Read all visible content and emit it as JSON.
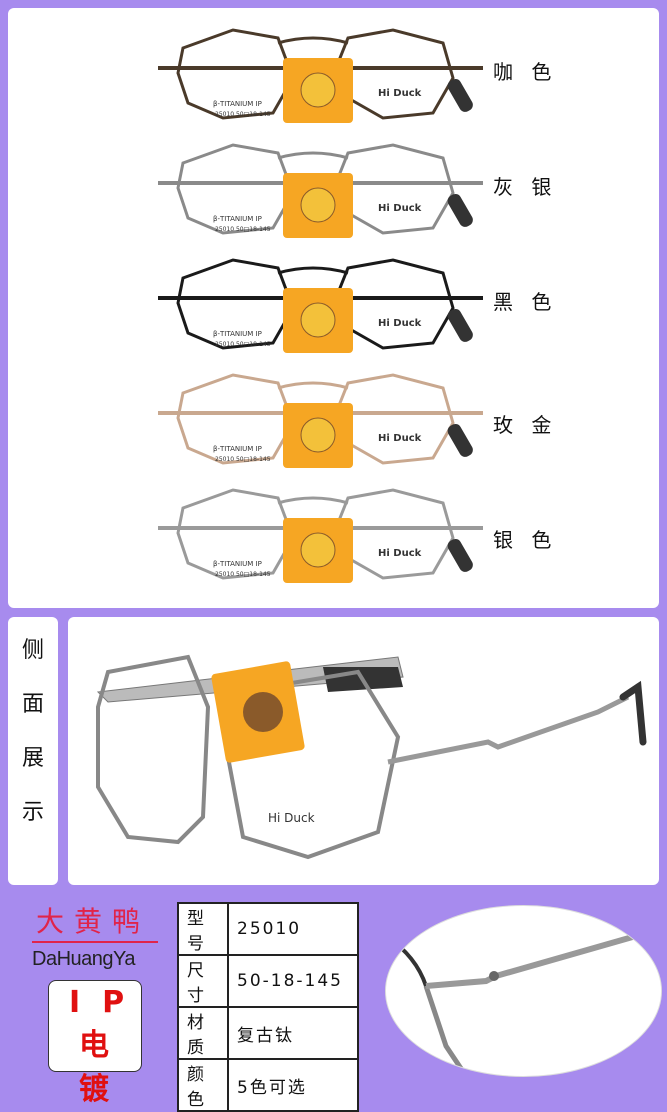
{
  "colors": {
    "background": "#a78bee",
    "brand_red": "#e0244a",
    "tag_orange": "#f6a623"
  },
  "tag": {
    "material": "β-TITANIUM IP",
    "model_size": "25010 50□18-145",
    "logo": "Hi Duck"
  },
  "variants": [
    {
      "label": "咖 色",
      "frame_color": "#4a3a2a"
    },
    {
      "label": "灰 银",
      "frame_color": "#8a8a8a"
    },
    {
      "label": "黑 色",
      "frame_color": "#1a1a1a"
    },
    {
      "label": "玫 金",
      "frame_color": "#c9a88f"
    },
    {
      "label": "银 色",
      "frame_color": "#9a9a9a"
    }
  ],
  "side_view": {
    "label_chars": [
      "侧",
      "面",
      "展",
      "示"
    ]
  },
  "brand": {
    "name_cn": "大黄鸭",
    "name_en": "DaHuangYa",
    "badge_line1": "IP",
    "badge_line2": "电镀"
  },
  "specs": [
    {
      "key": "型号",
      "value": "25010"
    },
    {
      "key": "尺寸",
      "value": "50-18-145"
    },
    {
      "key": "材质",
      "value": "复古钛"
    },
    {
      "key": "颜色",
      "value": "5色可选"
    }
  ]
}
